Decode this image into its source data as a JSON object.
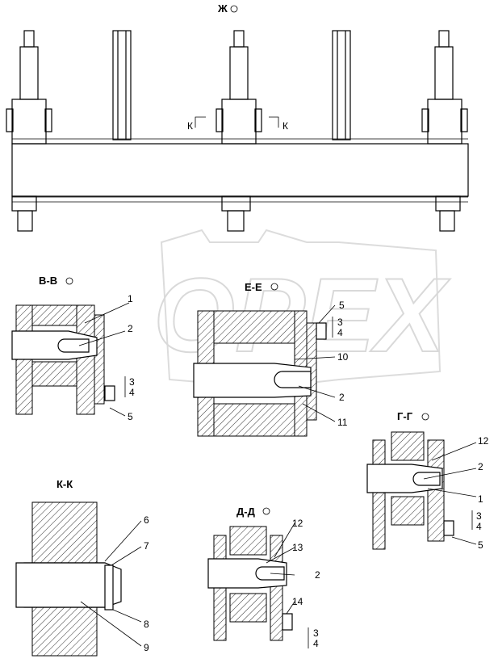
{
  "views": {
    "top": {
      "title": "Ж"
    },
    "bv": {
      "title": "В-В"
    },
    "ee": {
      "title": "Е-Е"
    },
    "gg": {
      "title": "Г-Г"
    },
    "kk": {
      "title": "К-К"
    },
    "dd": {
      "title": "Д-Д"
    }
  },
  "section_marks": {
    "left": "К",
    "right": "К"
  },
  "watermark": "OPEX",
  "callouts": {
    "bv": [
      "1",
      "2",
      "3",
      "4",
      "5"
    ],
    "ee": [
      "5",
      "3",
      "4",
      "10",
      "2",
      "11"
    ],
    "gg": [
      "12",
      "2",
      "1",
      "3",
      "4",
      "5"
    ],
    "kk": [
      "6",
      "7",
      "8",
      "9"
    ],
    "dd": [
      "12",
      "13",
      "2",
      "14",
      "3",
      "4"
    ]
  }
}
